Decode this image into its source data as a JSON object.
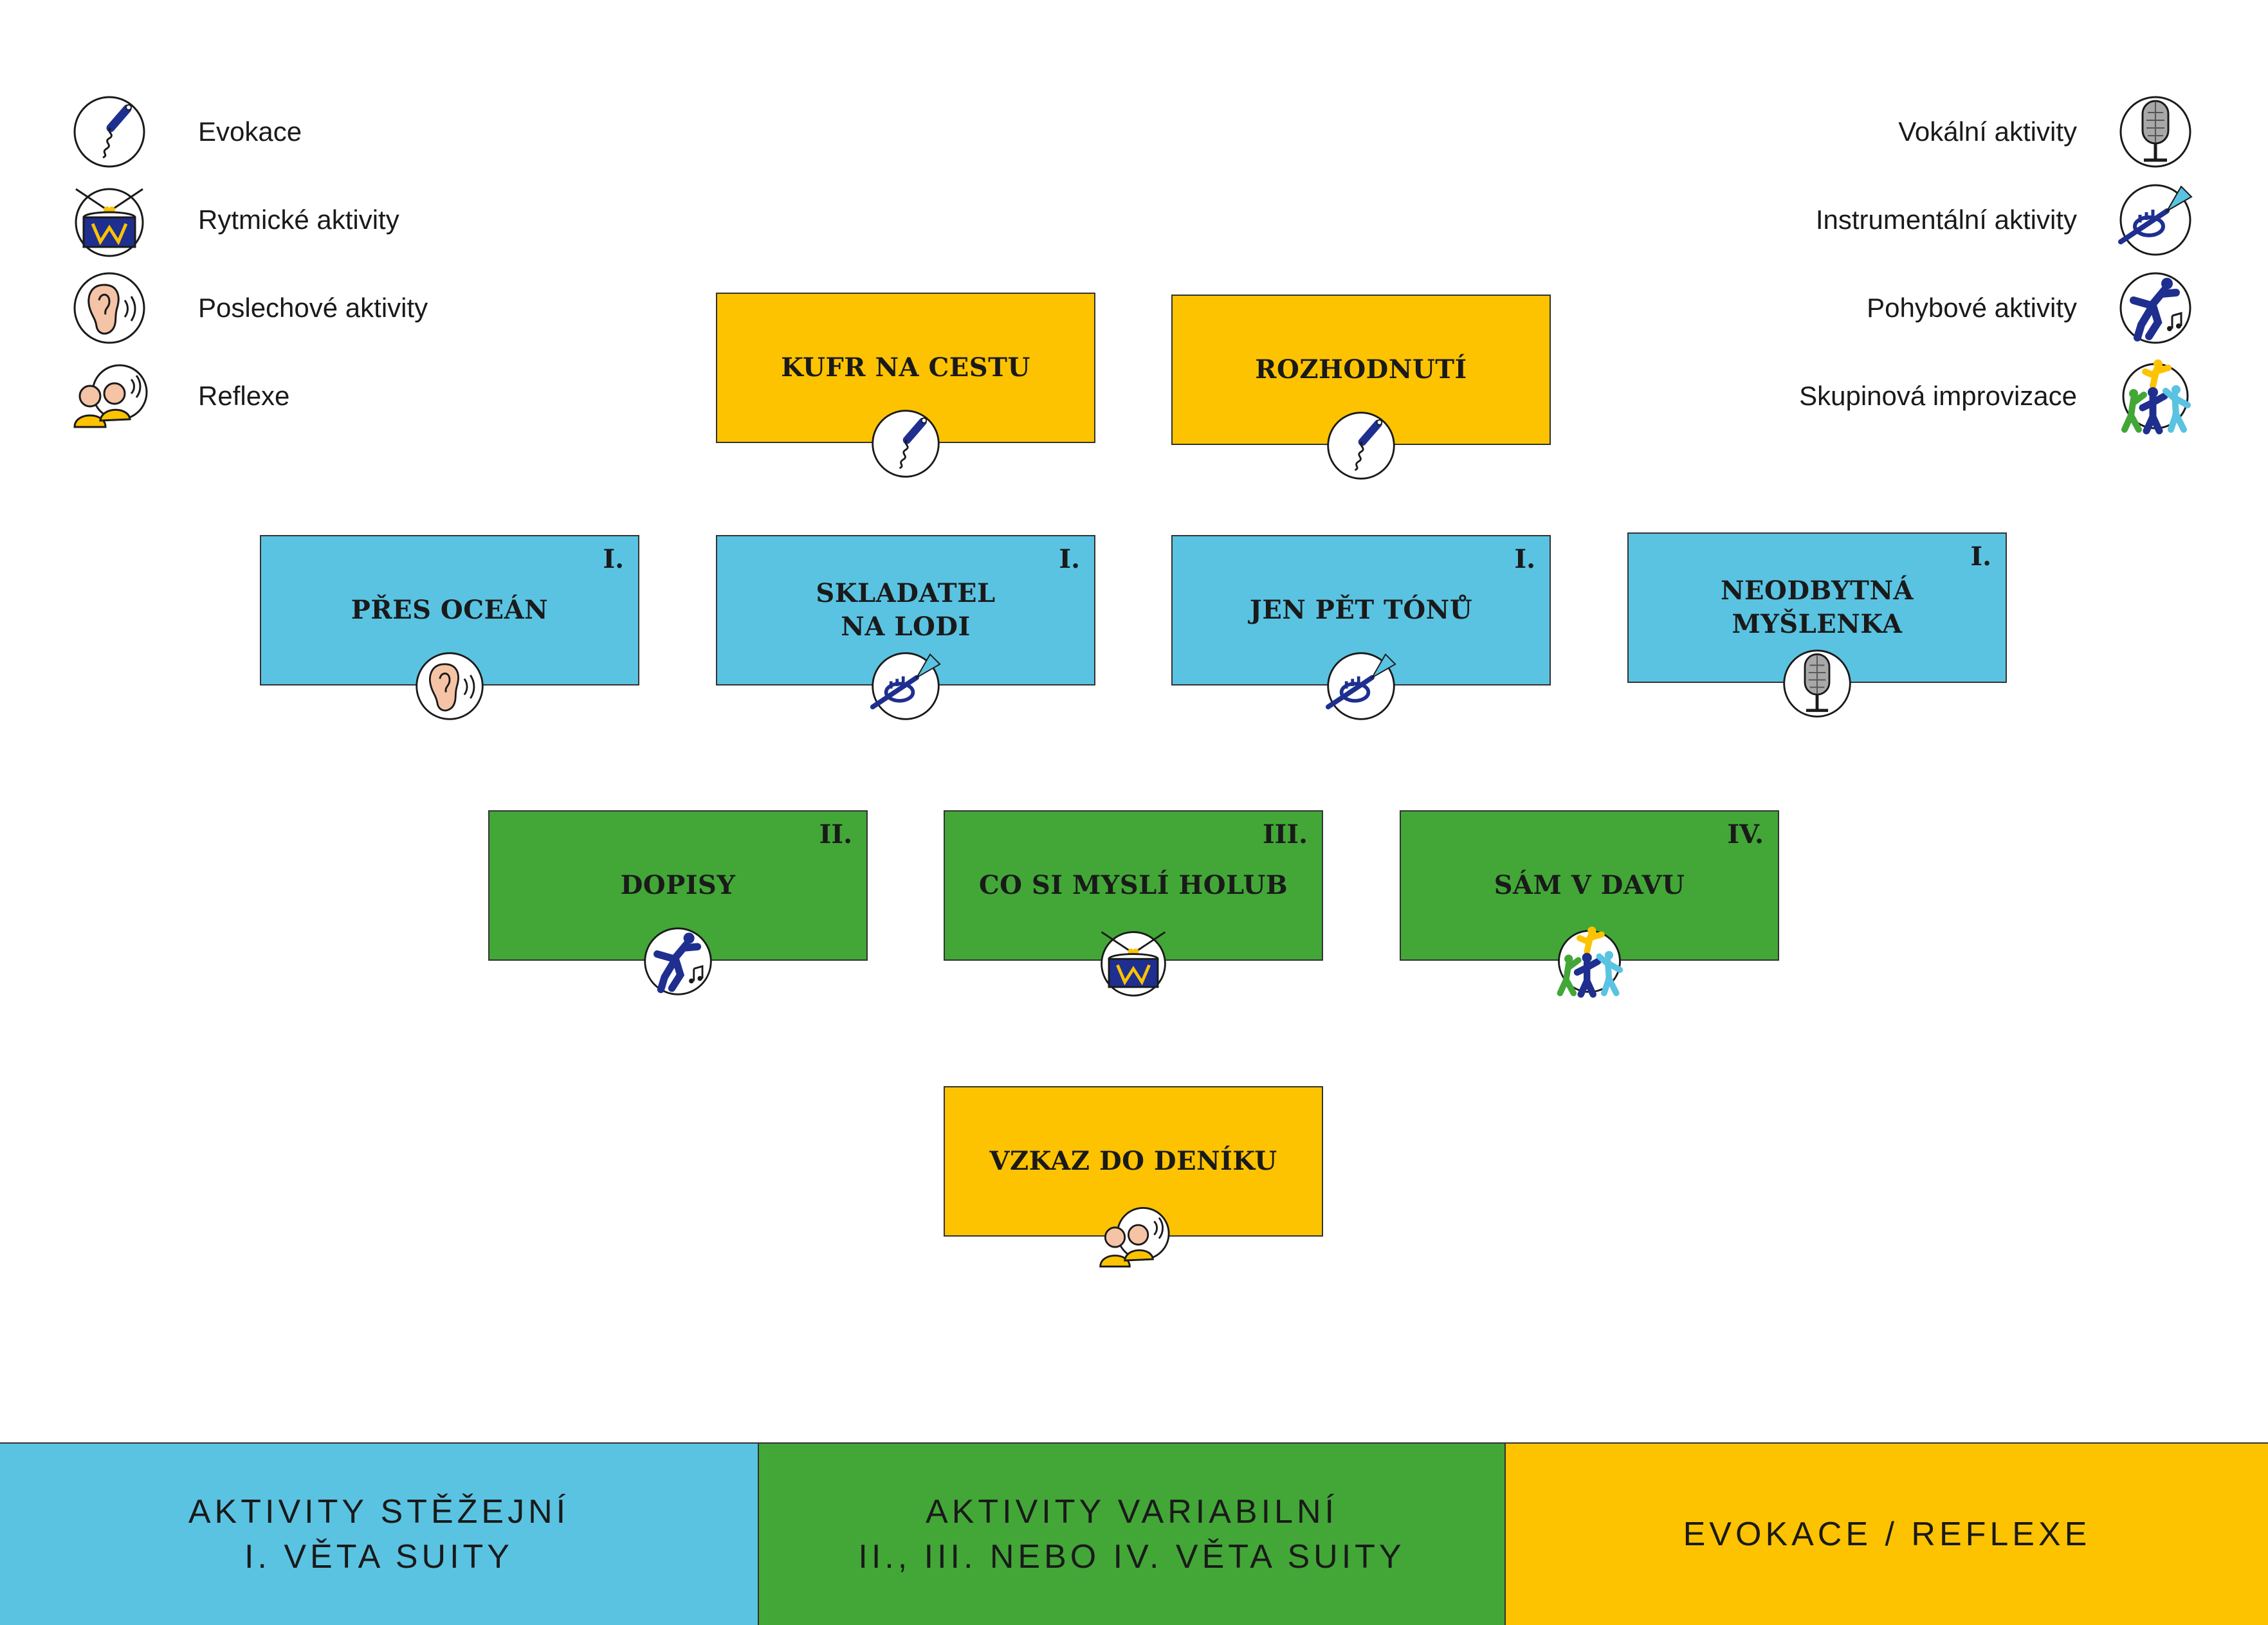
{
  "legend_left": [
    {
      "icon": "corkscrew-icon",
      "label": "Evokace"
    },
    {
      "icon": "drum-icon",
      "label": "Rytmické aktivity"
    },
    {
      "icon": "ear-icon",
      "label": "Poslechové aktivity"
    },
    {
      "icon": "people-icon",
      "label": "Reflexe"
    }
  ],
  "legend_right": [
    {
      "icon": "microphone-icon",
      "label": "Vokální aktivity"
    },
    {
      "icon": "trumpet-icon",
      "label": "Instrumentální aktivity"
    },
    {
      "icon": "dancer-icon",
      "label": "Pohybové aktivity"
    },
    {
      "icon": "group-icon",
      "label": "Skupinová improvizace"
    }
  ],
  "cards": {
    "kufr": {
      "title": "KUFR NA CESTU",
      "icon": "corkscrew-icon"
    },
    "rozhodnuti": {
      "title": "ROZHODNUTÍ",
      "icon": "corkscrew-icon"
    },
    "pres_ocean": {
      "title": "PŘES OCEÁN",
      "num": "I.",
      "icon": "ear-icon"
    },
    "skladatel": {
      "title": "SKLADATEL\nNA LODI",
      "num": "I.",
      "icon": "trumpet-icon"
    },
    "jen_pet_tonu": {
      "title": "JEN PĚT TÓNŮ",
      "num": "I.",
      "icon": "trumpet-icon"
    },
    "neodbytna": {
      "title": "NEODBYTNÁ\nMYŠLENKA",
      "num": "I.",
      "icon": "microphone-icon"
    },
    "dopisy": {
      "title": "DOPISY",
      "num": "II.",
      "icon": "dancer-icon"
    },
    "holub": {
      "title": "CO SI MYSLÍ HOLUB",
      "num": "III.",
      "icon": "drum-icon"
    },
    "sam_v_davu": {
      "title": "SÁM V DAVU",
      "num": "IV.",
      "icon": "group-icon"
    },
    "vzkaz": {
      "title": "VZKAZ DO DENÍKU",
      "icon": "people-icon"
    }
  },
  "bands": {
    "core": "AKTIVITY STĚŽEJNÍ\nI. VĚTA SUITY",
    "variable": "AKTIVITY VARIABILNÍ\nII., III. NEBO IV. VĚTA SUITY",
    "evocation": "EVOKACE / REFLEXE"
  },
  "colors": {
    "yellow": "#fdc300",
    "blue": "#5ac3e2",
    "green": "#42a737",
    "navy": "#1e2f8f",
    "skin": "#f5c3a5"
  }
}
